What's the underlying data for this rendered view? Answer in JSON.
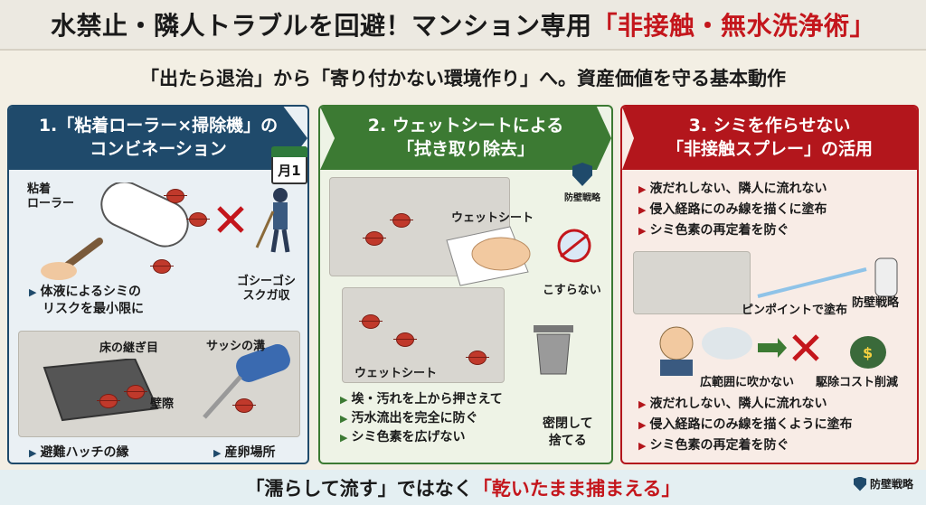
{
  "title": {
    "part1": "水禁止・隣人トラブルを回避！マンション専用",
    "part2": "「非接触・無水洗浄術」"
  },
  "subtitle": "「出たら退治」から「寄り付かない環境作り」へ。資産価値を守る基本動作",
  "panel1": {
    "header_line1": "1.「粘着ローラー×掃除機」の",
    "header_line2": "コンビネーション",
    "calendar": "月1",
    "roller_label_1": "粘着",
    "roller_label_2": "ローラー",
    "scrub_label_1": "ゴシーゴシ",
    "scrub_label_2": "スクガ収",
    "bullet1_line1": "体液によるシミの",
    "bullet1_line2": "リスクを最小限に",
    "floor_seam": "床の継ぎ目",
    "sash_groove": "サッシの溝",
    "wall_edge": "壁際",
    "bullet_hatch": "避難ハッチの縁",
    "bullet_spawn": "産卵場所"
  },
  "panel2": {
    "header_line1": "2. ウェットシートによる",
    "header_line2": "「拭き取り除去」",
    "badge": "防壁戦略",
    "wet_sheet_1": "ウェットシート",
    "no_rub": "こすらない",
    "wet_sheet_2": "ウェットシート",
    "bullets": [
      "埃・汚れを上から押さえて",
      "汚水流出を完全に防ぐ",
      "シミ色素を広げない"
    ],
    "sealed_1": "密閉して",
    "sealed_2": "捨てる"
  },
  "panel3": {
    "header_line1": "3. シミを作らせない",
    "header_line2": "「非接触スプレー」の活用",
    "bullets_top": [
      "液だれしない、隣人に流れない",
      "侵入経路にのみ線を描くに塗布",
      "シミ色素の再定着を防ぐ"
    ],
    "pinpoint": "ピンポイントで塗布",
    "strategy": "防壁戦略",
    "no_wide": "広範囲に吹かない",
    "cost_cut": "駆除コスト削減",
    "bullets_bottom": [
      "液だれしない、隣人に流れない",
      "侵入経路にのみ線を描くように塗布",
      "シミ色素の再定着を防ぐ"
    ]
  },
  "bottom": {
    "part1": "「濡らして流す」ではなく",
    "part2": "「乾いたまま捕まえる」"
  },
  "brand": "防壁戦略",
  "colors": {
    "navy": "#1f4a6b",
    "green": "#3c7a33",
    "red": "#b3161c",
    "accent_red": "#c4161c"
  }
}
